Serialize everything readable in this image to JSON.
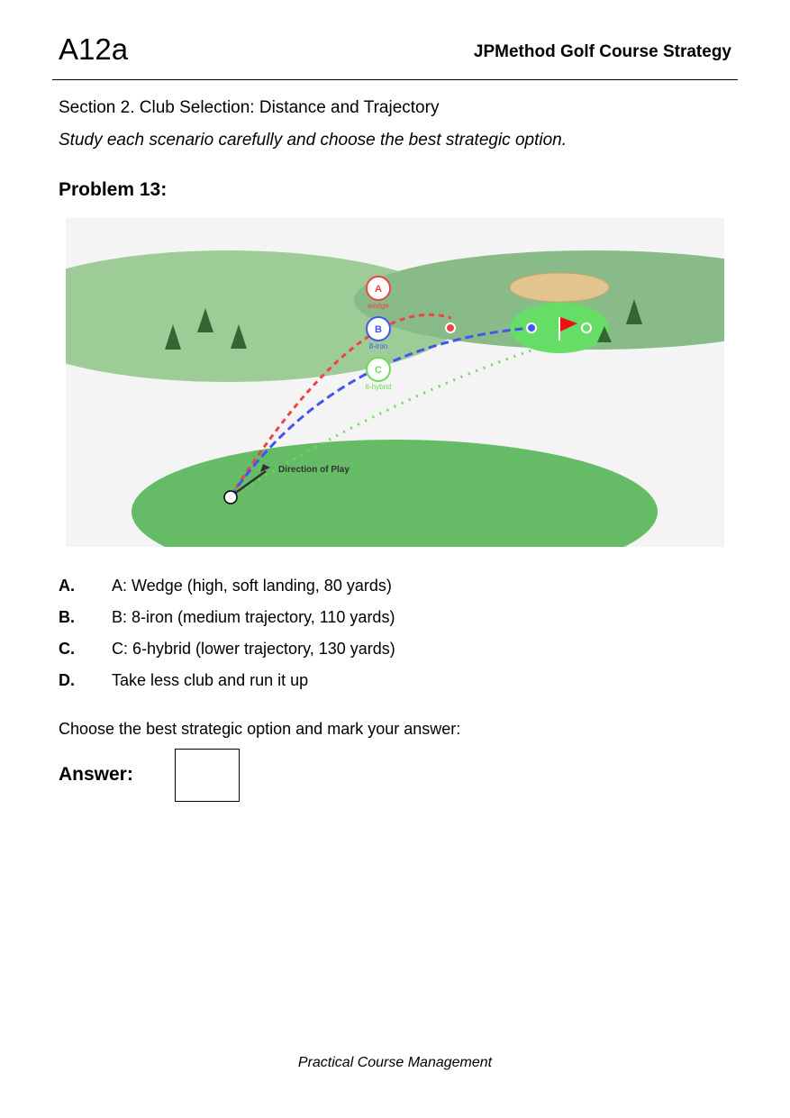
{
  "header": {
    "code": "A12a",
    "series": "JPMethod Golf Course Strategy"
  },
  "section_title": "Section 2. Club Selection: Distance and Trajectory",
  "instructions": "Study each scenario carefully and choose the best strategic option.",
  "problem_title": "Problem 13:",
  "diagram": {
    "direction_label": "Direction of Play",
    "markers": [
      {
        "letter": "A",
        "club": "wedge",
        "color": "#ee4444"
      },
      {
        "letter": "B",
        "club": "8-iron",
        "color": "#4455ee"
      },
      {
        "letter": "C",
        "club": "6-hybrid",
        "color": "#66dd55"
      }
    ],
    "colors": {
      "background": "#f4f4f4",
      "fairway_light": "#9dcc97",
      "fairway_dark": "#88bb88",
      "tee_area": "#66bb66",
      "green": "#66dd66",
      "bunker": "#e2c48e",
      "tree": "#336633",
      "flag": "#ee1111"
    }
  },
  "options": [
    {
      "letter": "A.",
      "text": "A: Wedge (high, soft landing, 80 yards)"
    },
    {
      "letter": "B.",
      "text": "B: 8-iron (medium trajectory, 110 yards)"
    },
    {
      "letter": "C.",
      "text": "C: 6-hybrid (lower trajectory, 130 yards)"
    },
    {
      "letter": "D.",
      "text": "Take less club and run it up"
    }
  ],
  "prompt": "Choose the best strategic option and mark your answer:",
  "answer_label": "Answer:",
  "footer": "Practical Course Management"
}
